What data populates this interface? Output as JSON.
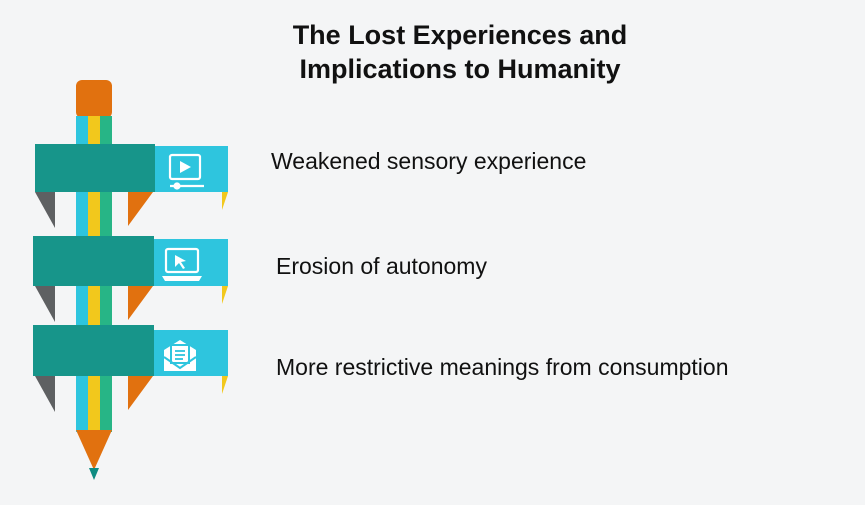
{
  "slide": {
    "title_line1": "The Lost Experiences and",
    "title_line2": "Implications to Humanity"
  },
  "items": [
    {
      "label": "Weakened sensory experience",
      "icon": "video-player-icon"
    },
    {
      "label": "Erosion of autonomy",
      "icon": "computer-cursor-icon"
    },
    {
      "label": "More restrictive meanings from consumption",
      "icon": "mail-envelope-icon"
    }
  ],
  "colors": {
    "background": "#f4f5f6",
    "banner_dark_teal": "#17958a",
    "banner_light_cyan": "#2ec5de",
    "pencil_cyan": "#2ec5de",
    "pencil_yellow": "#f2c81c",
    "pencil_green": "#27b586",
    "pencil_orange": "#e1710f",
    "fold_gray": "#5e6062",
    "text": "#111111"
  }
}
